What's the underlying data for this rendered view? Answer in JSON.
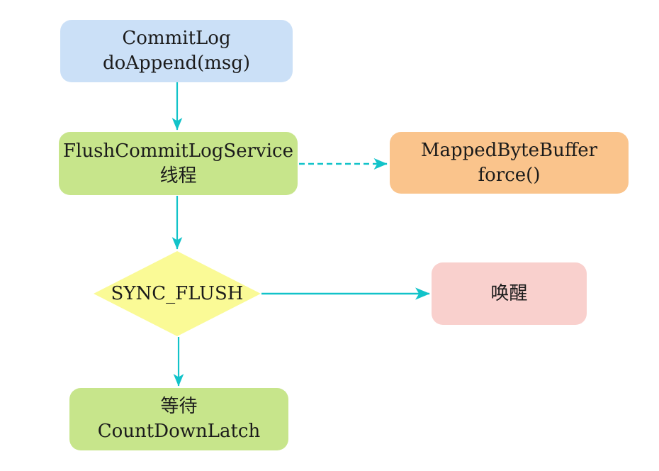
{
  "diagram": {
    "type": "flowchart",
    "colors": {
      "arrow": "#12c3c9",
      "node_blue": "#cbe0f7",
      "node_green": "#c7e58b",
      "node_orange": "#fac48c",
      "node_yellow": "#fafa96",
      "node_pink": "#f9d0cd",
      "text": "#1b1b1b",
      "background": "#ffffff"
    },
    "nodes": {
      "commitlog": {
        "line1": "CommitLog",
        "line2": "doAppend(msg)",
        "shape": "rounded-rect",
        "color": "blue"
      },
      "flush_service": {
        "line1": "FlushCommitLogService",
        "line2": "线程",
        "shape": "rounded-rect",
        "color": "green"
      },
      "mapped_byte_buffer": {
        "line1": "MappedByteBuffer",
        "line2": "force()",
        "shape": "rounded-rect",
        "color": "orange"
      },
      "sync_flush": {
        "label": "SYNC_FLUSH",
        "shape": "diamond",
        "color": "yellow"
      },
      "wake": {
        "label": "唤醒",
        "shape": "rounded-rect",
        "color": "pink"
      },
      "wait_latch": {
        "line1": "等待",
        "line2": "CountDownLatch",
        "shape": "rounded-rect",
        "color": "green"
      }
    },
    "edges": [
      {
        "from": "commitlog",
        "to": "flush_service",
        "style": "solid",
        "direction": "down"
      },
      {
        "from": "flush_service",
        "to": "mapped_byte_buffer",
        "style": "dashed",
        "direction": "right"
      },
      {
        "from": "flush_service",
        "to": "sync_flush",
        "style": "solid",
        "direction": "down"
      },
      {
        "from": "sync_flush",
        "to": "wake",
        "style": "solid",
        "direction": "right"
      },
      {
        "from": "sync_flush",
        "to": "wait_latch",
        "style": "solid",
        "direction": "down"
      }
    ]
  }
}
